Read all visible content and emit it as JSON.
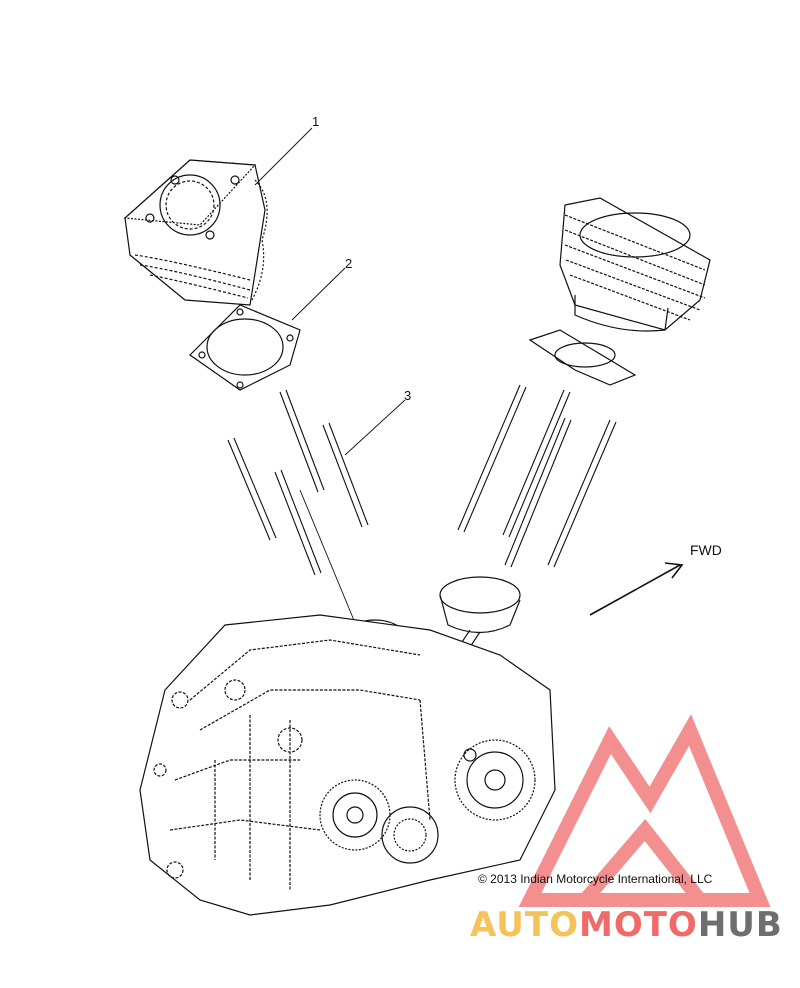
{
  "callouts": [
    {
      "id": "1",
      "label": "1"
    },
    {
      "id": "2",
      "label": "2"
    },
    {
      "id": "3",
      "label": "3"
    }
  ],
  "direction_label": "FWD",
  "copyright": "© 2013 Indian Motorcycle International, LLC",
  "watermark": {
    "part1": "AUTO",
    "part2": "MOTO",
    "part3": "HUB",
    "colors": {
      "orange": "#f5c35a",
      "red": "#f06a6a",
      "gray": "#6e6e6e"
    }
  }
}
